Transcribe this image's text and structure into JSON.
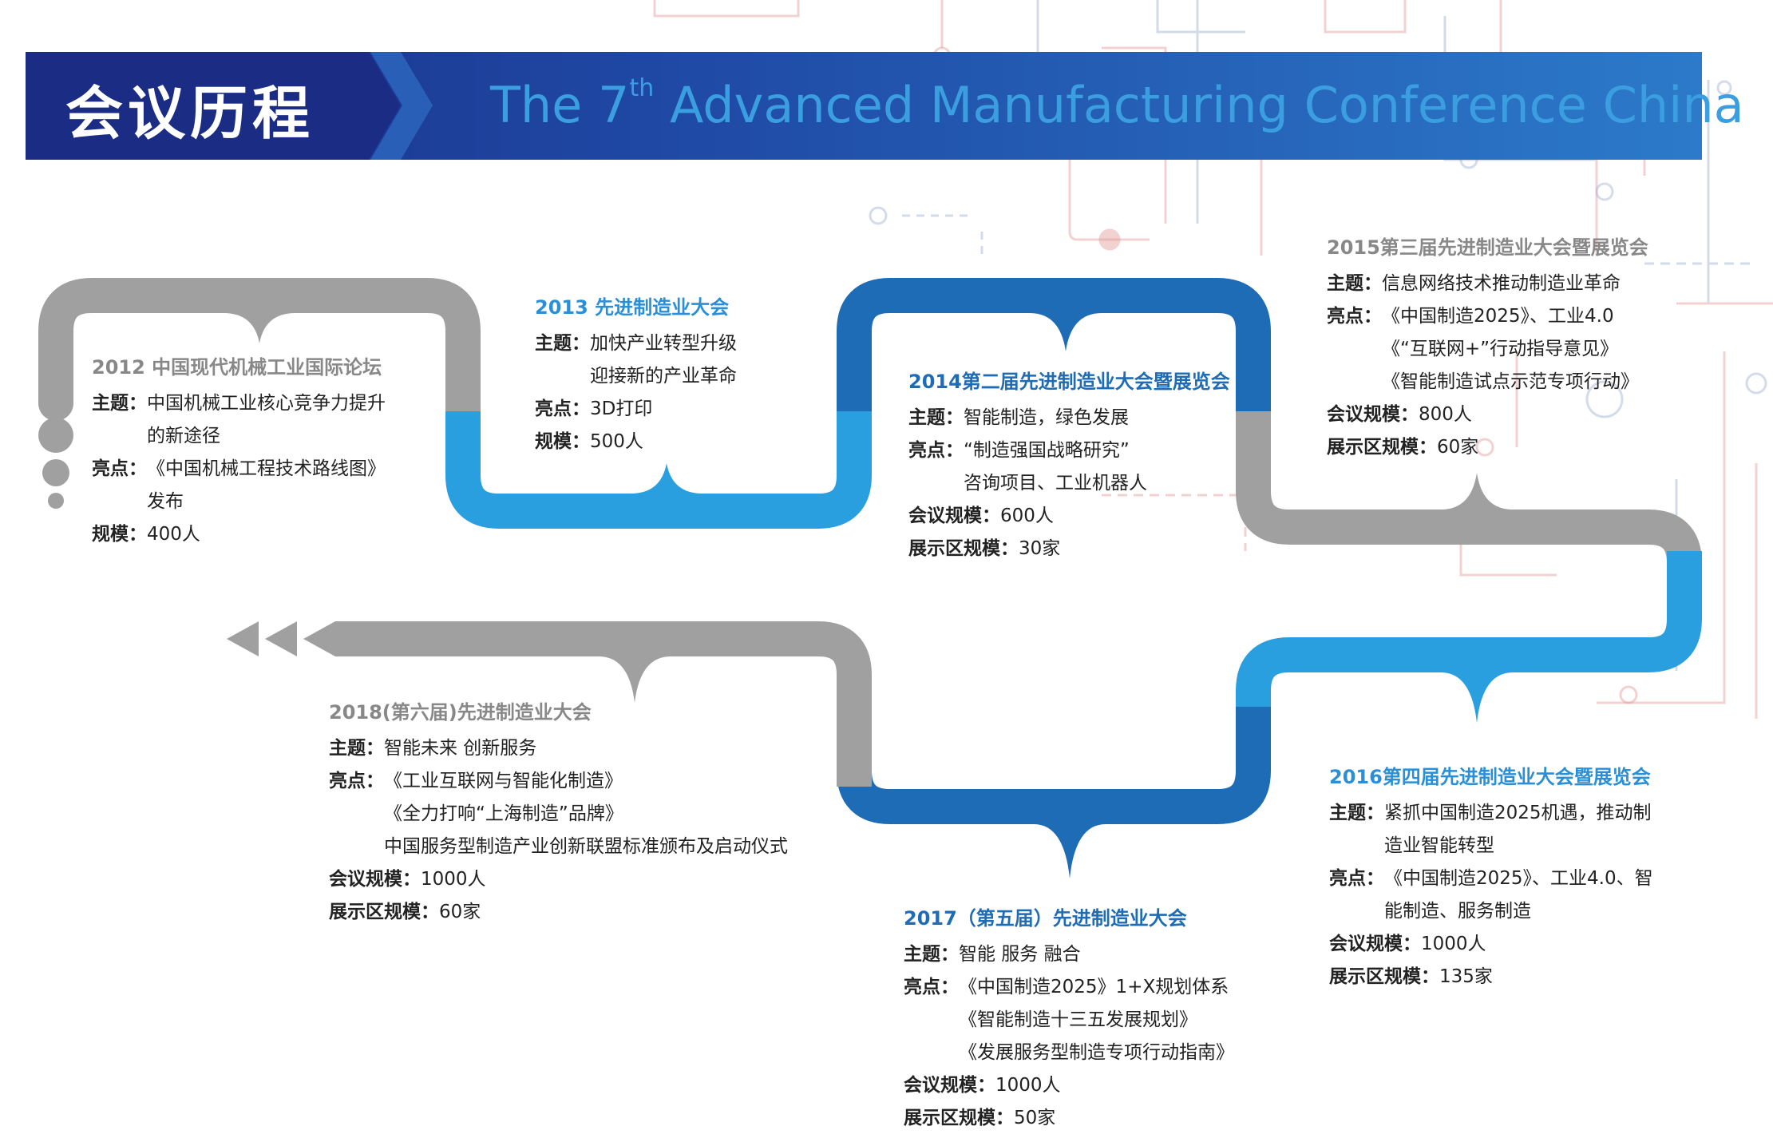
{
  "header": {
    "title": "会议历程",
    "subtitle_pre": "The 7",
    "subtitle_sup": "th",
    "subtitle_post": " Advanced Manufacturing Conference China"
  },
  "colors": {
    "navy": "#1a2c84",
    "blue": "#2a9fe0",
    "dark_blue": "#1e6cb5",
    "gray": "#a0a0a0"
  },
  "events": [
    {
      "title": "2012 中国现代机械工业国际论坛",
      "theme_label": "主题：",
      "theme": [
        "中国机械工业核心竞争力提升",
        "的新途径"
      ],
      "highlight_label": "亮点：",
      "highlights": [
        "《中国机械工程技术路线图》",
        "发布"
      ],
      "scale_label": "规模：",
      "scale": "400人"
    },
    {
      "title": "2013 先进制造业大会",
      "theme_label": "主题：",
      "theme": [
        "加快产业转型升级",
        "迎接新的产业革命"
      ],
      "highlight_label": "亮点：",
      "highlights": [
        "3D打印"
      ],
      "scale_label": "规模：",
      "scale": "500人"
    },
    {
      "title": "2014第二届先进制造业大会暨展览会",
      "theme_label": "主题：",
      "theme": [
        "智能制造，绿色发展"
      ],
      "highlight_label": "亮点：",
      "highlights": [
        "“制造强国战略研究”",
        "咨询项目、工业机器人"
      ],
      "scale_label": "会议规模：",
      "scale": "600人",
      "expo_label": "展示区规模：",
      "expo": "30家"
    },
    {
      "title": "2015第三届先进制造业大会暨展览会",
      "theme_label": "主题：",
      "theme": [
        "信息网络技术推动制造业革命"
      ],
      "highlight_label": "亮点：",
      "highlights": [
        "《中国制造2025》、工业4.0",
        "《“互联网+”行动指导意见》",
        "《智能制造试点示范专项行动》"
      ],
      "scale_label": "会议规模：",
      "scale": "800人",
      "expo_label": "展示区规模：",
      "expo": "60家"
    },
    {
      "title": "2016第四届先进制造业大会暨展览会",
      "theme_label": "主题：",
      "theme": [
        "紧抓中国制造2025机遇，推动制",
        "造业智能转型"
      ],
      "highlight_label": "亮点：",
      "highlights": [
        "《中国制造2025》、工业4.0、智",
        "能制造、服务制造"
      ],
      "scale_label": "会议规模：",
      "scale": "1000人",
      "expo_label": "展示区规模：",
      "expo": "135家"
    },
    {
      "title": "2017（第五届）先进制造业大会",
      "theme_label": "主题：",
      "theme": [
        "智能 服务 融合"
      ],
      "highlight_label": "亮点：",
      "highlights": [
        "《中国制造2025》1+X规划体系",
        "《智能制造十三五发展规划》",
        "《发展服务型制造专项行动指南》"
      ],
      "scale_label": "会议规模：",
      "scale": "1000人",
      "expo_label": "展示区规模：",
      "expo": "50家"
    },
    {
      "title": "2018(第六届)先进制造业大会",
      "theme_label": "主题：",
      "theme": [
        "智能未来 创新服务"
      ],
      "highlight_label": "亮点：",
      "highlights": [
        "《工业互联网与智能化制造》",
        "《全力打响“上海制造”品牌》",
        "中国服务型制造产业创新联盟标准颁布及启动仪式"
      ],
      "scale_label": "会议规模：",
      "scale": "1000人",
      "expo_label": "展示区规模：",
      "expo": "60家"
    }
  ]
}
